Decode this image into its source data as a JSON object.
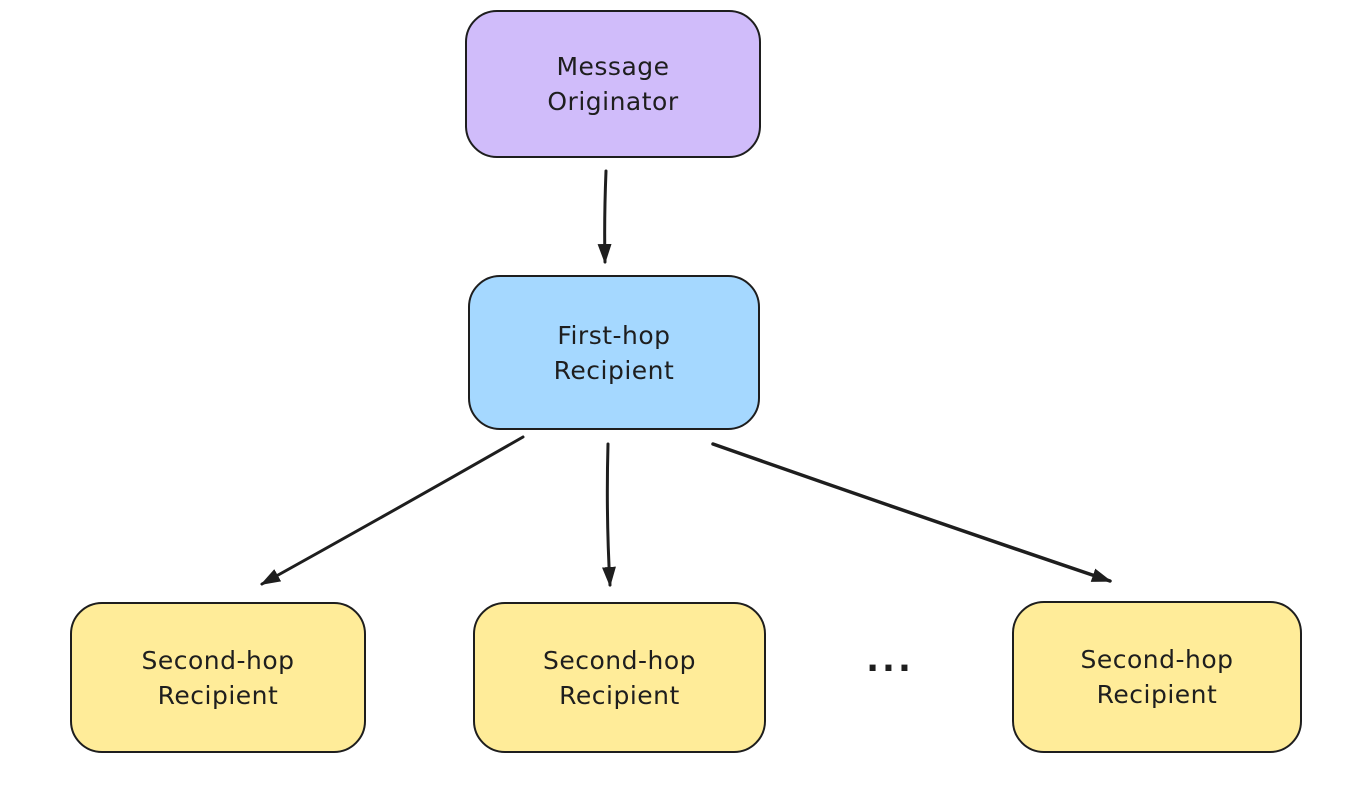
{
  "canvas": {
    "background": "#ffffff",
    "stroke_color": "#1e1e1e",
    "text_color": "#1e1e1e"
  },
  "nodes": [
    {
      "id": "message-originator",
      "label": "Message\nOriginator",
      "fill": "#d0bcfa"
    },
    {
      "id": "first-hop-recipient",
      "label": "First-hop\nRecipient",
      "fill": "#a5d8ff"
    },
    {
      "id": "second-hop-recipient-1",
      "label": "Second-hop\nRecipient",
      "fill": "#ffec99"
    },
    {
      "id": "second-hop-recipient-2",
      "label": "Second-hop\nRecipient",
      "fill": "#ffec99"
    },
    {
      "id": "second-hop-recipient-3",
      "label": "Second-hop\nRecipient",
      "fill": "#ffec99"
    }
  ],
  "edges": [
    {
      "from": "message-originator",
      "to": "first-hop-recipient"
    },
    {
      "from": "first-hop-recipient",
      "to": "second-hop-recipient-1"
    },
    {
      "from": "first-hop-recipient",
      "to": "second-hop-recipient-2"
    },
    {
      "from": "first-hop-recipient",
      "to": "second-hop-recipient-3"
    }
  ],
  "ellipsis": "..."
}
